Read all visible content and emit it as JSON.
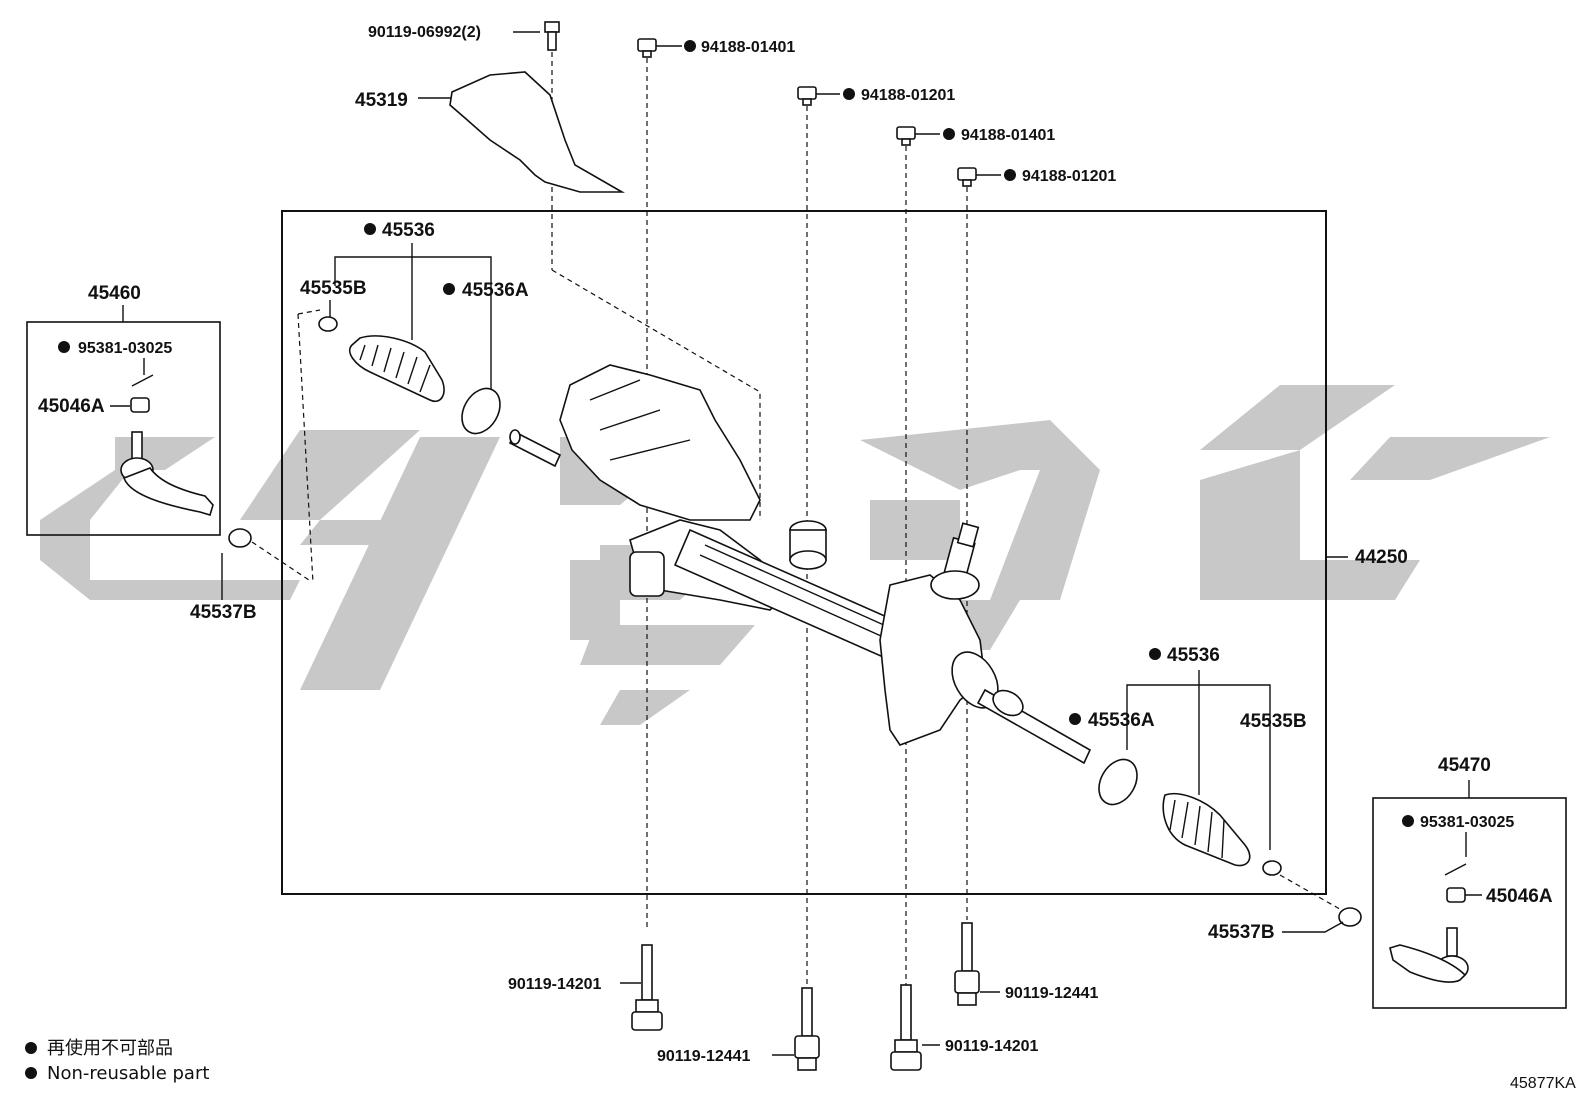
{
  "diagram": {
    "code": "45877KA",
    "box_label": "44250",
    "parts": {
      "p_90119_06992": "90119-06992(2)",
      "p_45319": "45319",
      "p_94188_01401_a": "94188-01401",
      "p_94188_01201_a": "94188-01201",
      "p_94188_01401_b": "94188-01401",
      "p_94188_01201_b": "94188-01201",
      "p_45536_left": "45536",
      "p_45535B_left": "45535B",
      "p_45536A_left": "45536A",
      "p_45460": "45460",
      "p_95381_left": "95381-03025",
      "p_45046A_left": "45046A",
      "p_45537B_left": "45537B",
      "p_44250": "44250",
      "p_45536_right": "45536",
      "p_45536A_right": "45536A",
      "p_45535B_right": "45535B",
      "p_45470": "45470",
      "p_95381_right": "95381-03025",
      "p_45046A_right": "45046A",
      "p_45537B_right": "45537B",
      "p_90119_14201_a": "90119-14201",
      "p_90119_12441_a": "90119-12441",
      "p_90119_12441_b": "90119-12441",
      "p_90119_14201_b": "90119-14201"
    }
  },
  "legend": {
    "jp": "再使用不可部品",
    "en": "Non-reusable part"
  }
}
